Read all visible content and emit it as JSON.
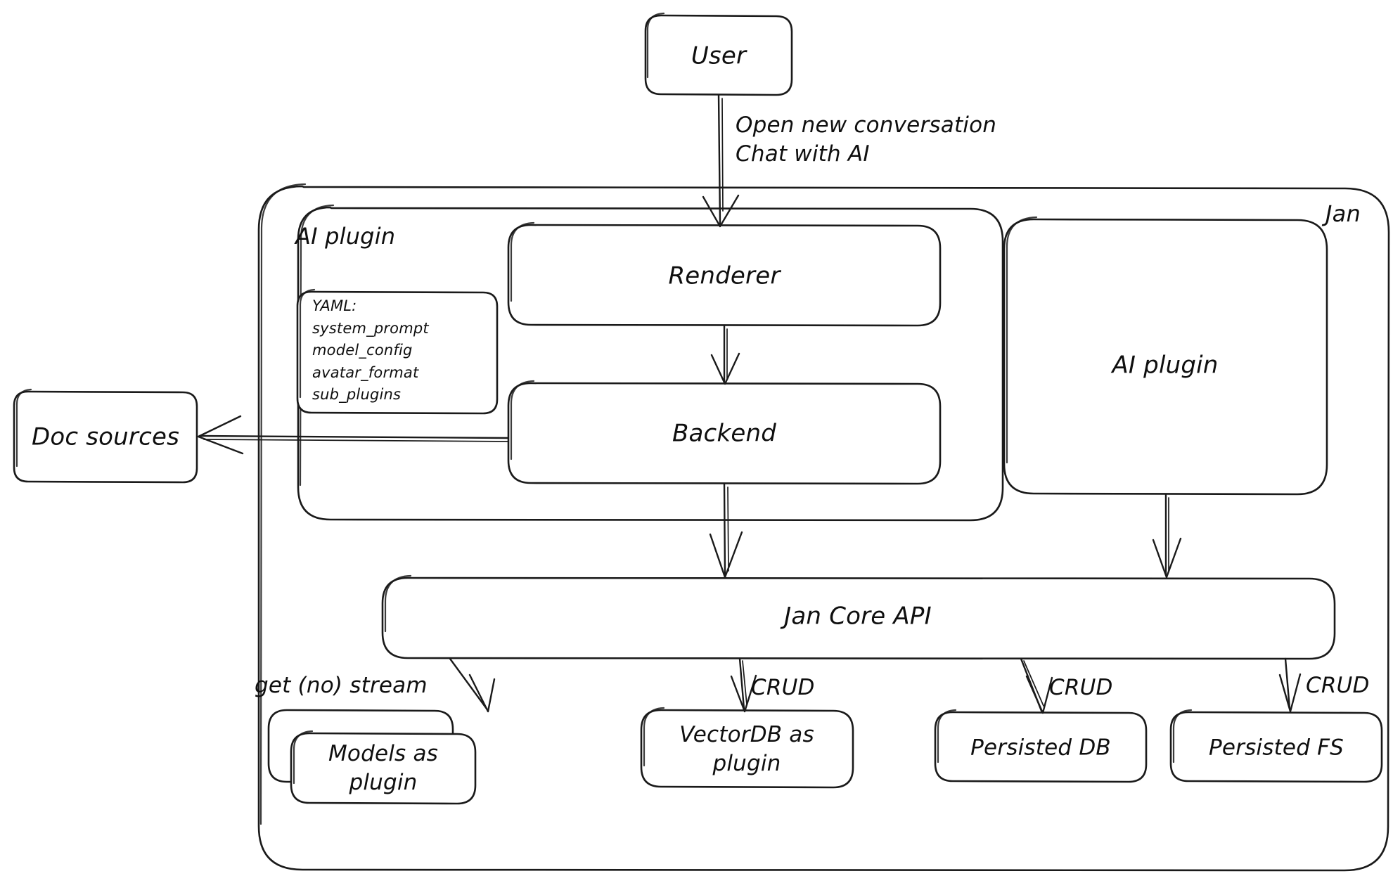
{
  "diagram": {
    "title": "Jan architecture diagram",
    "style": "hand-drawn whiteboard sketch",
    "background_color": "#ffffff",
    "stroke_color": "#1a1a1a"
  },
  "nodes": {
    "user": {
      "label": "User"
    },
    "jan_container": {
      "label": "Jan"
    },
    "ai_plugin_container": {
      "label": "AI plugin"
    },
    "yaml_box": {
      "lines": [
        "YAML:",
        "system_prompt",
        "model_config",
        "avatar_format",
        "sub_plugins"
      ]
    },
    "renderer": {
      "label": "Renderer"
    },
    "backend": {
      "label": "Backend"
    },
    "ai_plugin_right": {
      "label": "AI plugin"
    },
    "doc_sources": {
      "label": "Doc sources"
    },
    "jan_core_api": {
      "label": "Jan Core API"
    },
    "models_plugin": {
      "label": "Models as\nplugin"
    },
    "vectordb_plugin": {
      "label": "VectorDB as\nplugin"
    },
    "persisted_db": {
      "label": "Persisted DB"
    },
    "persisted_fs": {
      "label": "Persisted FS"
    }
  },
  "edge_labels": {
    "user_to_renderer": "Open new conversation\nChat with AI",
    "api_to_models": "get (no) stream",
    "api_to_vectordb": "CRUD",
    "api_to_db": "CRUD",
    "api_to_fs": "CRUD"
  }
}
